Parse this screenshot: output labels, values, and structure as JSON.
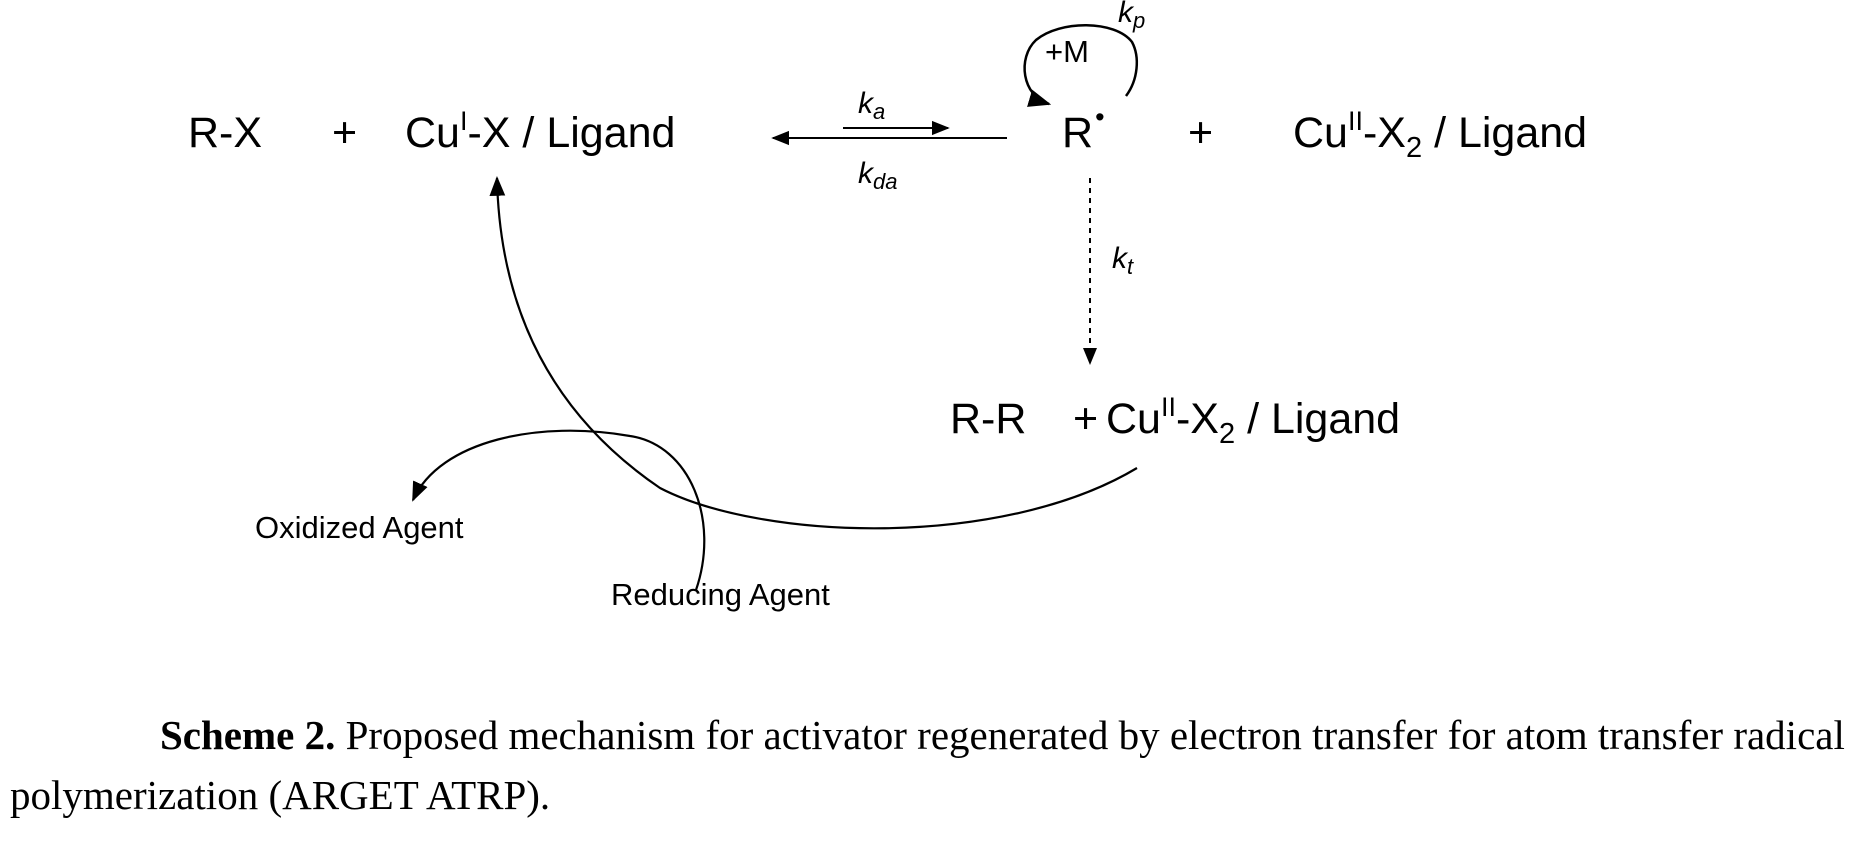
{
  "species": {
    "rx": "R-X",
    "plus1": "+",
    "cu1": {
      "base": "Cu",
      "ox": "I",
      "rest": "-X / Ligand"
    },
    "radical": {
      "base": "R",
      "dot": "•"
    },
    "plus2": "+",
    "cu2_top": {
      "base": "Cu",
      "ox": "II",
      "rest1": "-X",
      "sub": "2",
      "rest2": " / Ligand"
    },
    "rr": "R-R",
    "plus3": "+",
    "cu2_bottom": {
      "base": "Cu",
      "ox": "II",
      "rest1": "-X",
      "sub": "2",
      "rest2": " / Ligand"
    },
    "monomer": "+M"
  },
  "rate_constants": {
    "ka": {
      "k": "k",
      "sub": "a"
    },
    "kda": {
      "k": "k",
      "sub": "da"
    },
    "kp": {
      "k": "k",
      "sub": "p"
    },
    "kt": {
      "k": "k",
      "sub": "t"
    }
  },
  "agents": {
    "oxidized": "Oxidized Agent",
    "reducing": "Reducing Agent"
  },
  "caption": {
    "label": "Scheme 2.",
    "text": " Proposed mechanism for activator regenerated by electron transfer for atom transfer radical polymerization (ARGET ATRP)."
  }
}
